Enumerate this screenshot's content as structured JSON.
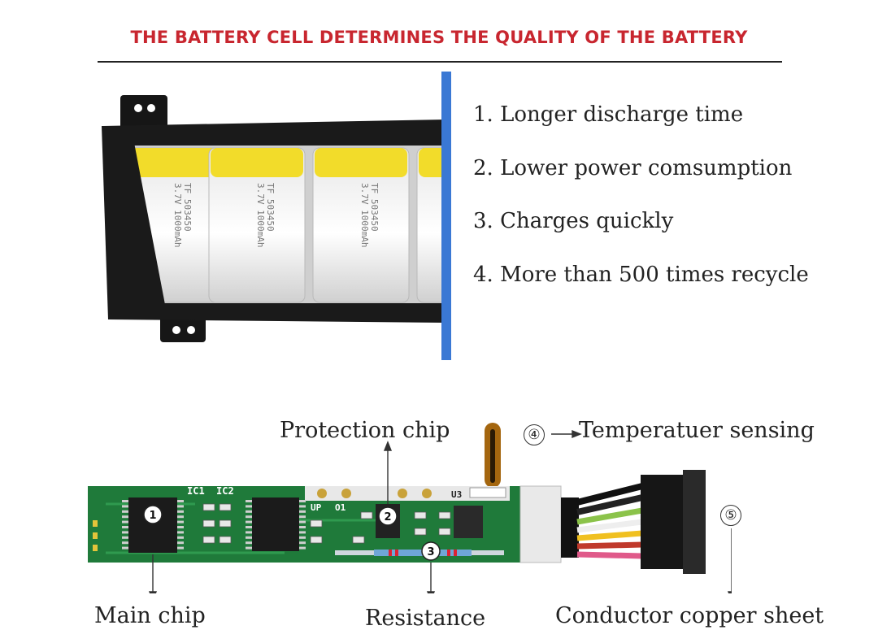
{
  "header": {
    "title": "THE BATTERY CELL DETERMINES THE QUALITY OF THE BATTERY",
    "title_color": "#c8262f"
  },
  "features": [
    "1. Longer discharge time",
    "2. Lower power comsumption",
    "3. Charges quickly",
    "4. More than 500 times recycle"
  ],
  "cells": [
    {
      "brand": "TF",
      "model": "503450",
      "spec": "3.7V 1000mAh"
    },
    {
      "brand": "TF",
      "model": "503450",
      "spec": "3.7V 1000mAh"
    },
    {
      "brand": "TF",
      "model": "503450",
      "spec": "3.7V 1000mAh"
    }
  ],
  "board": {
    "silk": [
      "IC1",
      "IC2",
      "UP",
      "O1",
      "U3"
    ],
    "markers": [
      "1",
      "2",
      "3"
    ]
  },
  "callouts": {
    "protection_chip": "Protection chip",
    "temperature_number": "④",
    "temperature": "Temperatuer sensing",
    "main_chip": "Main chip",
    "resistance": "Resistance",
    "copper_number": "⑤",
    "copper": "Conductor copper sheet"
  },
  "colors": {
    "accent_blue": "#3a78d4",
    "pcb_green": "#1f7a3a",
    "cell_yellow": "#f2dc2a"
  }
}
